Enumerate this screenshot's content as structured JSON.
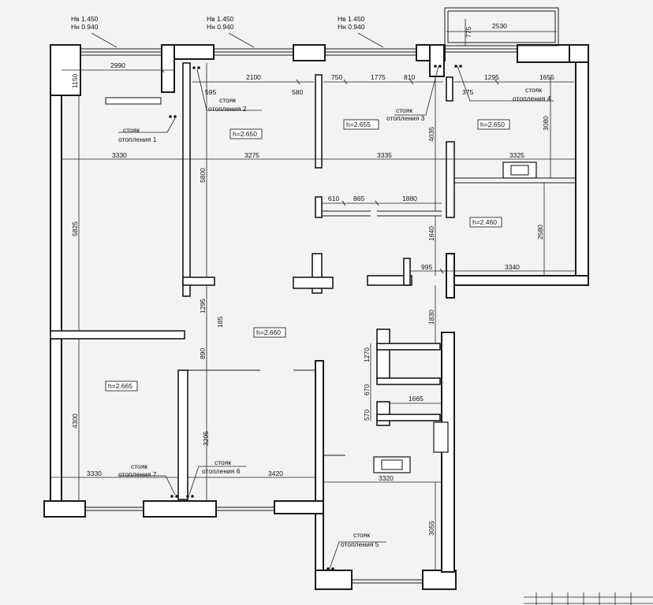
{
  "window_marks": [
    {
      "top": "Нв 1.450",
      "bottom": "Нн 0.940"
    },
    {
      "top": "Нв 1.450",
      "bottom": "Нн 0.940"
    },
    {
      "top": "Нв 1.450",
      "bottom": "Нн 0.940"
    }
  ],
  "rooms": [
    {
      "height": "h=2.650"
    },
    {
      "height": "h=2.655"
    },
    {
      "height": "h=2.650"
    },
    {
      "height": "h=2.460"
    },
    {
      "height": "h=2.660"
    },
    {
      "height": "h=2.665"
    }
  ],
  "risers": [
    {
      "line1": "стояк",
      "line2": "отопления 1"
    },
    {
      "line1": "стояк",
      "line2": "отопления 2"
    },
    {
      "line1": "стояк",
      "line2": "отопления 3"
    },
    {
      "line1": "стояк",
      "line2": "отопления 4"
    },
    {
      "line1": "стояк",
      "line2": "отопления 5"
    },
    {
      "line1": "стояк",
      "line2": "отопления 6"
    },
    {
      "line1": "стояк",
      "line2": "отопления 7"
    }
  ],
  "dimensions": {
    "d775": "775",
    "d2530": "2530",
    "d1150": "1150",
    "d2990": "2990",
    "d2100": "2100",
    "d595": "595",
    "d580": "580",
    "d750": "750",
    "d1775": "1775",
    "d810": "810",
    "d1295a": "1295",
    "d1655": "1655",
    "d375": "375",
    "d3080": "3080",
    "d4035": "4035",
    "d5800": "5800",
    "d5825": "5825",
    "d3330a": "3330",
    "d3275": "3275",
    "d3335": "3335",
    "d3325": "3325",
    "d610": "610",
    "d865": "865",
    "d1880": "1880",
    "d1640": "1640",
    "d2580": "2580",
    "d995": "995",
    "d3340": "3340",
    "d1295b": "1295",
    "d185": "185",
    "d1830": "1830",
    "d890": "890",
    "d1270": "1270",
    "d670": "670",
    "d570": "570",
    "d1665": "1665",
    "d4300": "4300",
    "d3295": "3295",
    "d3330b": "3330",
    "d3420": "3420",
    "d3320": "3320",
    "d3055": "3055"
  }
}
